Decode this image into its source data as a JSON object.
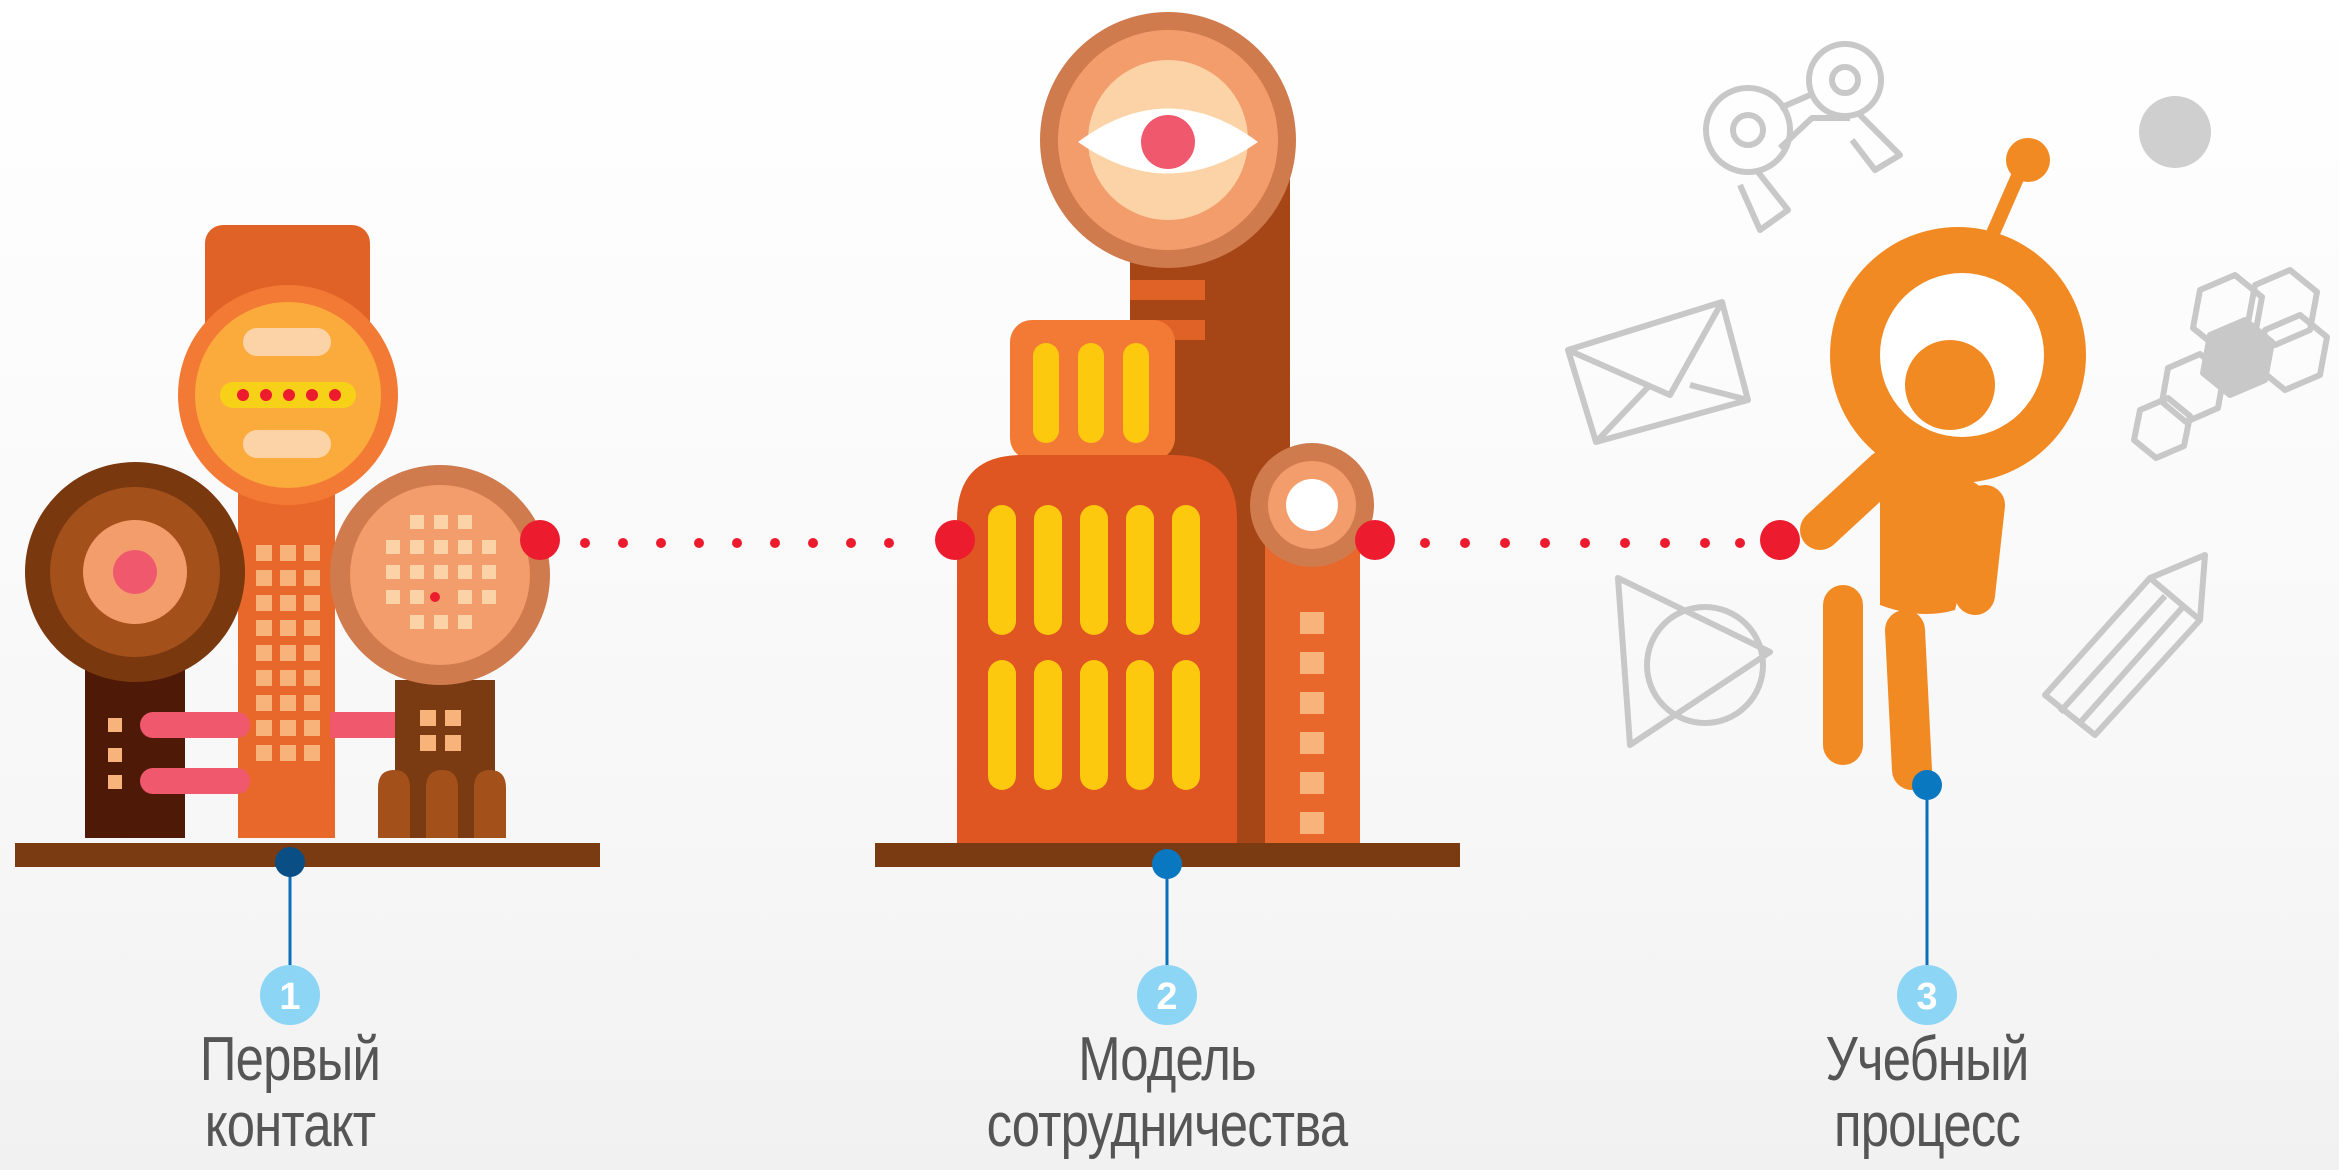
{
  "colors": {
    "connector_red": "#ec1c2e",
    "marker_blue": "#0a6fb8",
    "number_badge": "#8dd5f5",
    "base_brown": "#7a3b12",
    "label_text": "#555555",
    "robot_orange": "#f28a24",
    "doodle_grey": "#c8c8c8"
  },
  "icons": [
    "buildings-illustration",
    "eye-tower-illustration",
    "robot-figure-illustration",
    "key-doodle-icon",
    "envelope-doodle-icon",
    "triangle-circle-doodle-icon",
    "pencil-doodle-icon",
    "hexagons-doodle-icon"
  ],
  "steps": [
    {
      "number": "1",
      "label_line1": "Первый",
      "label_line2": "контакт"
    },
    {
      "number": "2",
      "label_line1": "Модель",
      "label_line2": "сотрудничества"
    },
    {
      "number": "3",
      "label_line1": "Учебный",
      "label_line2": "процесс"
    }
  ]
}
